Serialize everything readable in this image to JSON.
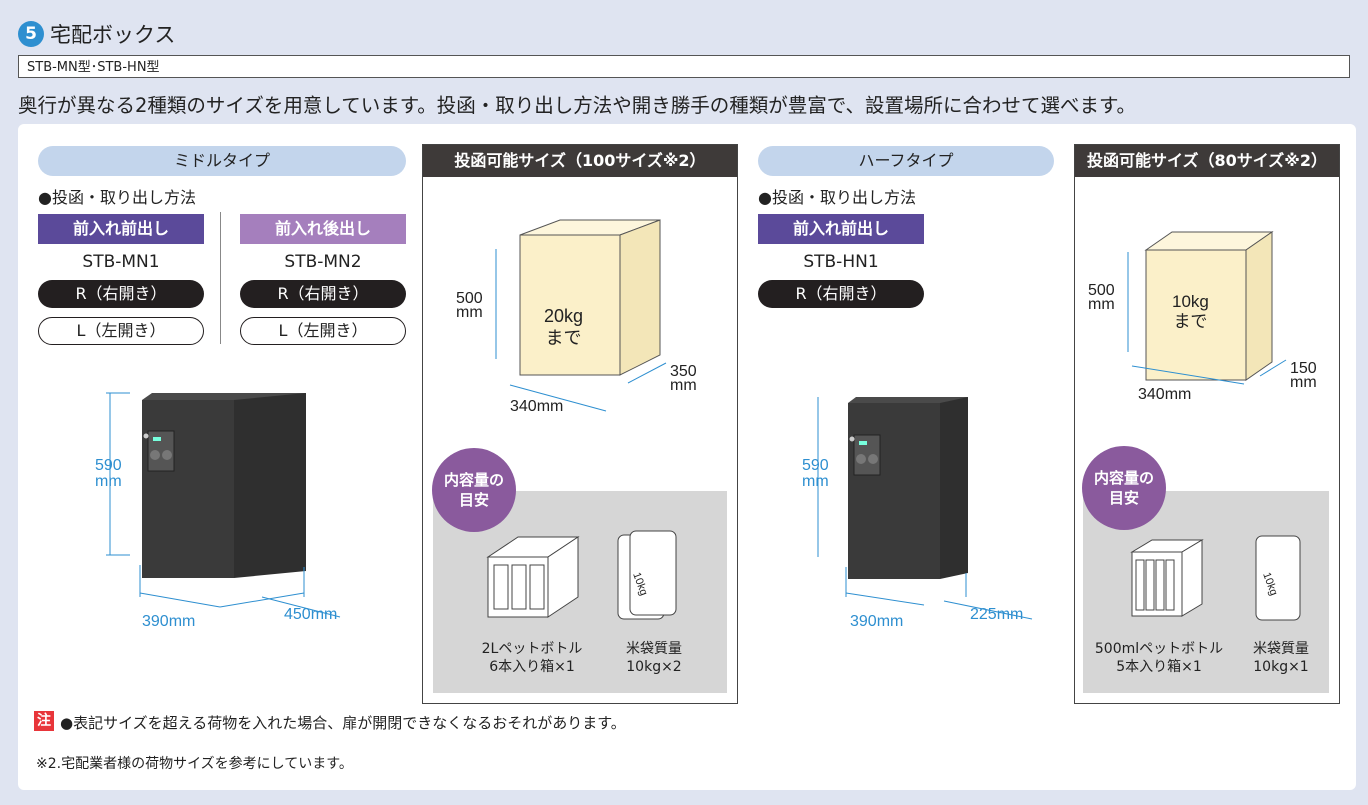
{
  "header": {
    "section_number": "5",
    "section_title": "宅配ボックス",
    "models": "STB-MN型･STB-HN型",
    "lead": "奥行が異なる2種類のサイズを用意しています。投函・取り出し方法や開き勝手の種類が豊富で、設置場所に合わせて選べます。"
  },
  "middle": {
    "type_label": "ミドルタイプ",
    "method_heading": "●投函・取り出し方法",
    "variants": [
      {
        "bar_label": "前入れ前出し",
        "bar_color": "#5b4a9a",
        "model": "STB-MN1",
        "right": "R（右開き）",
        "left": "L（左開き）"
      },
      {
        "bar_label": "前入れ後出し",
        "bar_color": "#a57fbd",
        "model": "STB-MN2",
        "right": "R（右開き）",
        "left": "L（左開き）"
      }
    ],
    "dim_height": "590",
    "dim_height_unit": "mm",
    "dim_width": "390mm",
    "dim_depth": "450mm"
  },
  "middle_size": {
    "heading": "投函可能サイズ（100サイズ※2）",
    "box_text_1": "20kg",
    "box_text_2": "まで",
    "dim_h": "500",
    "dim_h_unit": "mm",
    "dim_w": "340mm",
    "dim_d": "350",
    "dim_d_unit": "mm",
    "badge_1": "内容量の",
    "badge_2": "目安",
    "item1_l1": "2Lペットボトル",
    "item1_l2": "6本入り箱×1",
    "item2_l1": "米袋質量",
    "item2_l2": "10kg×2",
    "bag_text": "10kg"
  },
  "half": {
    "type_label": "ハーフタイプ",
    "method_heading": "●投函・取り出し方法",
    "bar_label": "前入れ前出し",
    "bar_color": "#5b4a9a",
    "model": "STB-HN1",
    "right": "R（右開き）",
    "dim_height": "590",
    "dim_height_unit": "mm",
    "dim_width": "390mm",
    "dim_depth": "225mm"
  },
  "half_size": {
    "heading": "投函可能サイズ（80サイズ※2）",
    "box_text_1": "10kg",
    "box_text_2": "まで",
    "dim_h": "500",
    "dim_h_unit": "mm",
    "dim_w": "340mm",
    "dim_d": "150",
    "dim_d_unit": "mm",
    "badge_1": "内容量の",
    "badge_2": "目安",
    "item1_l1": "500mlペットボトル",
    "item1_l2": "5本入り箱×1",
    "item2_l1": "米袋質量",
    "item2_l2": "10kg×1",
    "bag_text": "10kg"
  },
  "notes": {
    "mark": "注",
    "note": "●表記サイズを超える荷物を入れた場合、扉が開閉できなくなるおそれがあります。",
    "footnote": "※2.宅配業者様の荷物サイズを参考にしています。"
  },
  "colors": {
    "accent_blue": "#2e8fd0",
    "dark": "#231f20",
    "box_fill": "#fbf0c9",
    "badge_purple": "#8a5a9d"
  }
}
